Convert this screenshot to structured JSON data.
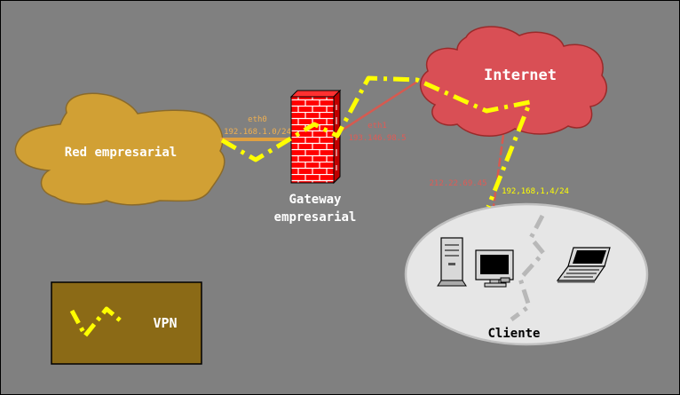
{
  "nodes": {
    "enterprise_network": "Red empresarial",
    "gateway_line1": "Gateway",
    "gateway_line2": "empresarial",
    "internet": "Internet",
    "client": "Cliente",
    "legend": "VPN"
  },
  "interfaces": {
    "eth0_name": "eth0",
    "eth0_addr": "192.168.1.0/24",
    "eth1_name": "eth1",
    "eth1_addr": "193.146.98.5",
    "client_public_ip": "212.22.69.45",
    "client_vpn_ip": "192,168,1,4/24"
  },
  "colors": {
    "background": "#808080",
    "enterprise_cloud": "#d1a034",
    "internet_cloud": "#d94f55",
    "client_ellipse": "#e6e6e6",
    "firewall": "#ff0000",
    "vpn_path": "#ffff00",
    "legend_box": "#8b6a16",
    "eth0_link": "#e0a040",
    "eth1_link": "#d65a50"
  },
  "icons": [
    "firewall-icon",
    "tower-pc-icon",
    "desktop-monitor-icon",
    "laptop-icon"
  ]
}
